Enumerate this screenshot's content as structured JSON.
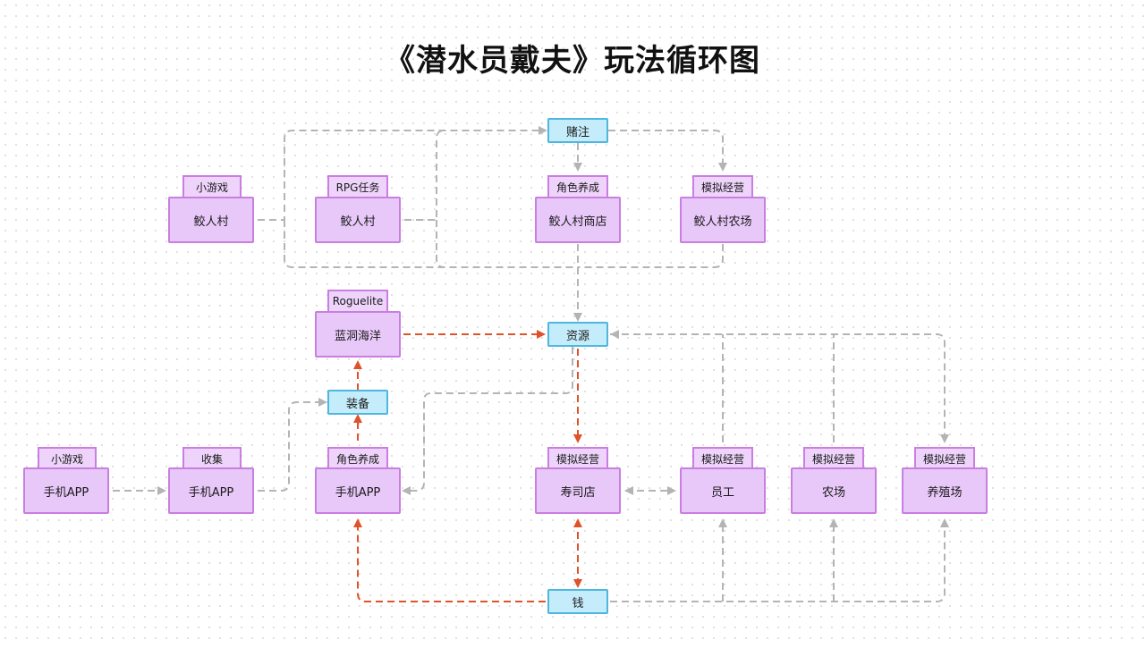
{
  "title": "《潜水员戴夫》玩法循环图",
  "colors": {
    "node_fill": "#e8c8f8",
    "node_border": "#c97ee0",
    "hub_fill": "#c4ecfa",
    "hub_border": "#4db7e0",
    "edge_gray": "#b4b4b4",
    "edge_red": "#e0532a"
  },
  "hubs": {
    "bet": "赌注",
    "resource": "资源",
    "equipment": "装备",
    "money": "钱"
  },
  "nodes": {
    "village_minigame": {
      "tag": "小游戏",
      "label": "鲛人村"
    },
    "village_rpg": {
      "tag": "RPG任务",
      "label": "鲛人村"
    },
    "village_shop": {
      "tag": "角色养成",
      "label": "鲛人村商店"
    },
    "village_farm": {
      "tag": "模拟经营",
      "label": "鲛人村农场"
    },
    "blue_hole": {
      "tag": "Roguelite",
      "label": "蓝洞海洋"
    },
    "phone_minigame": {
      "tag": "小游戏",
      "label": "手机APP"
    },
    "phone_collect": {
      "tag": "收集",
      "label": "手机APP"
    },
    "phone_growth": {
      "tag": "角色养成",
      "label": "手机APP"
    },
    "sushi": {
      "tag": "模拟经营",
      "label": "寿司店"
    },
    "staff": {
      "tag": "模拟经营",
      "label": "员工"
    },
    "farm": {
      "tag": "模拟经营",
      "label": "农场"
    },
    "breeding": {
      "tag": "模拟经营",
      "label": "养殖场"
    }
  }
}
